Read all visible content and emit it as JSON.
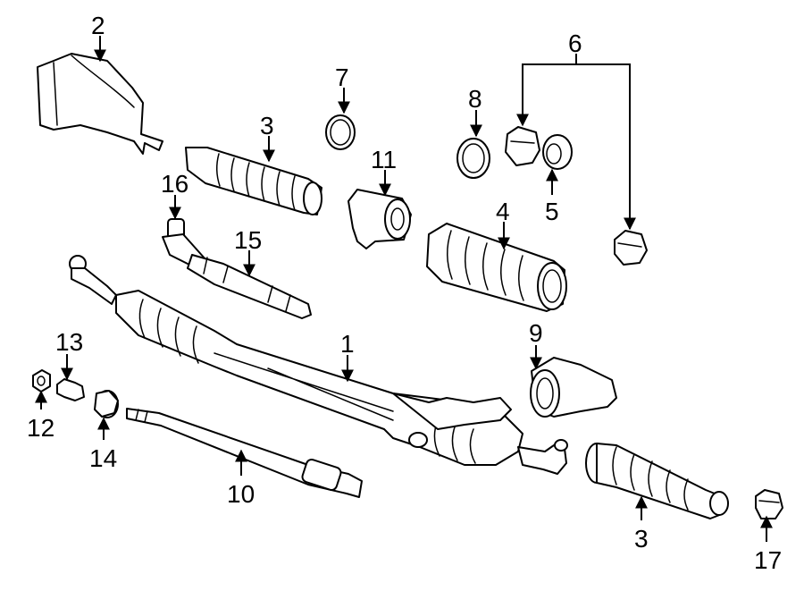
{
  "callouts": {
    "c1": "1",
    "c2": "2",
    "c3a": "3",
    "c3b": "3",
    "c4": "4",
    "c5": "5",
    "c6": "6",
    "c7": "7",
    "c8": "8",
    "c9": "9",
    "c10": "10",
    "c11": "11",
    "c12": "12",
    "c13": "13",
    "c14": "14",
    "c15": "15",
    "c16": "16",
    "c17": "17"
  },
  "colors": {
    "line": "#000000",
    "fill": "#ffffff",
    "background": "#ffffff"
  }
}
